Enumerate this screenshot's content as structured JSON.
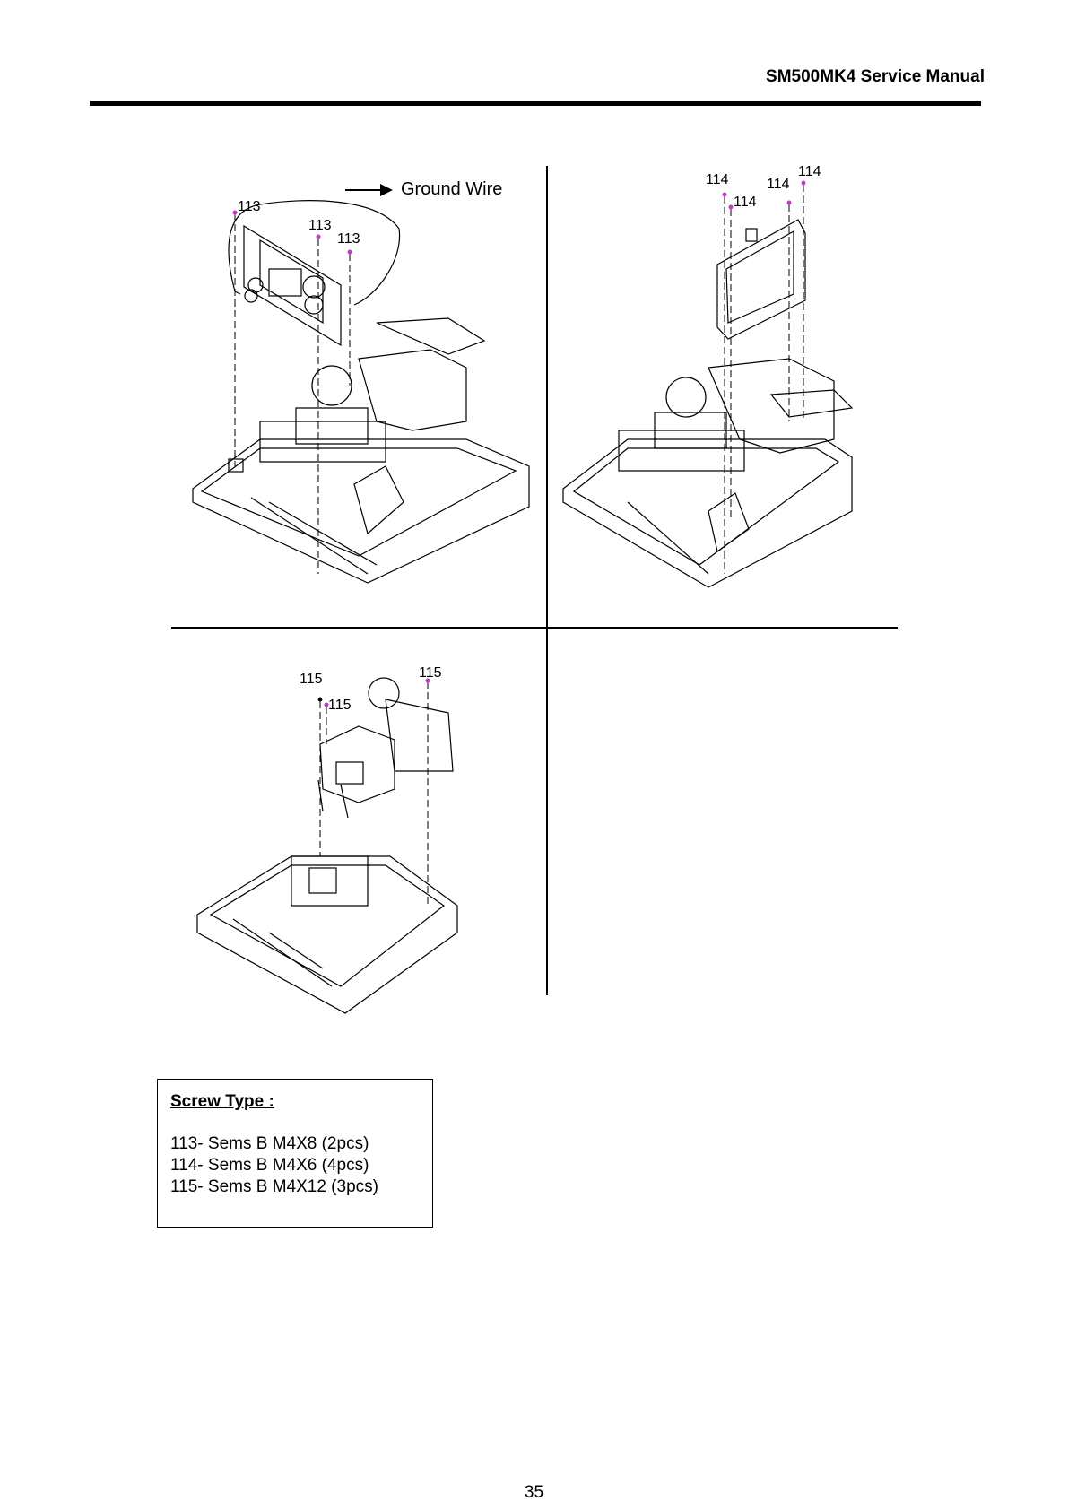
{
  "header": {
    "title": "SM500MK4 Service Manual"
  },
  "panel1": {
    "ground_wire_label": "Ground Wire",
    "callouts": [
      "113",
      "113",
      "113"
    ]
  },
  "panel2": {
    "callouts": [
      "114",
      "114",
      "114",
      "114"
    ]
  },
  "panel3": {
    "callouts": [
      "115",
      "115",
      "115"
    ]
  },
  "screw_box": {
    "title": "Screw Type :",
    "items": [
      "113- Sems B M4X8 (2pcs)",
      "114- Sems B M4X6 (4pcs)",
      "115- Sems B M4X12 (3pcs)"
    ]
  },
  "footer": {
    "page_number": "35"
  },
  "colors": {
    "screw_marker": "#c03fc0",
    "line": "#000000"
  }
}
